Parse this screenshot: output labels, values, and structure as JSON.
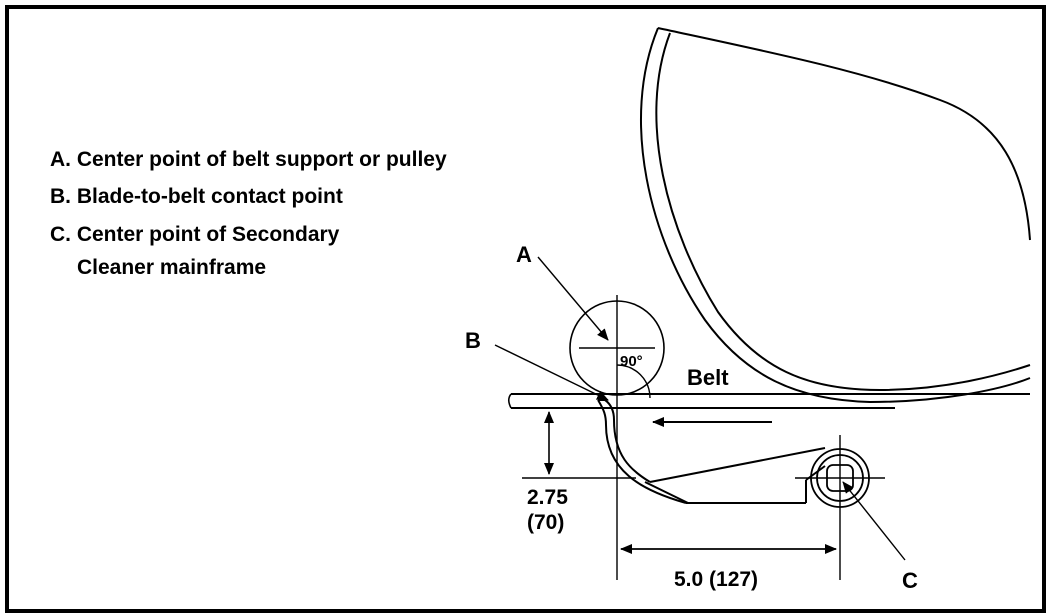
{
  "legend": {
    "a": "A. Center point of belt support or pulley",
    "b": "B. Blade-to-belt contact point",
    "c_line1": "C. Center point of Secondary",
    "c_line2": "Cleaner mainframe"
  },
  "labels": {
    "a": "A",
    "b": "B",
    "c": "C",
    "angle": "90°",
    "belt": "Belt",
    "height_in": "2.75",
    "height_mm": "(70)",
    "width": "5.0 (127)"
  },
  "colors": {
    "ink": "#000000",
    "background": "#ffffff"
  }
}
